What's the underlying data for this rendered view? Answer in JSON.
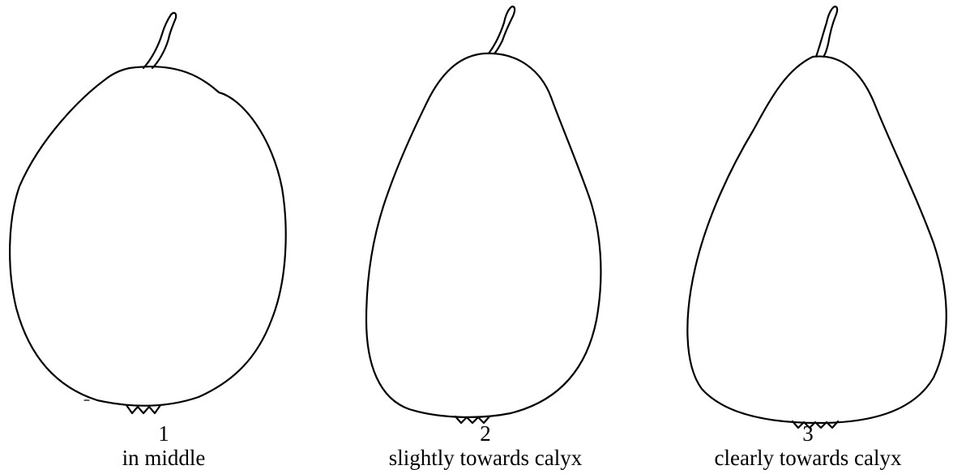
{
  "figures": [
    {
      "number": "1",
      "caption": "in middle"
    },
    {
      "number": "2",
      "caption": "slightly towards calyx"
    },
    {
      "number": "3",
      "caption": "clearly towards calyx"
    }
  ]
}
